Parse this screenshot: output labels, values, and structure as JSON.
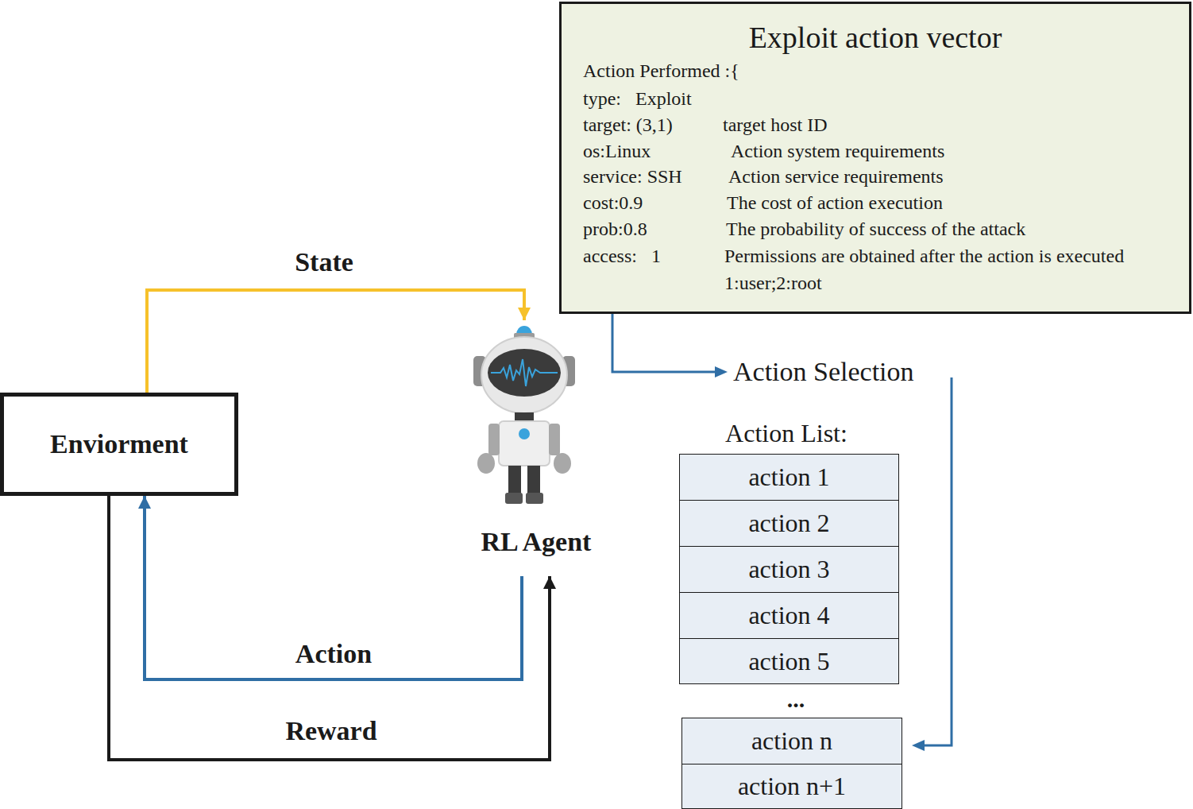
{
  "diagram": {
    "nodes": [
      {
        "text": [
          "Exploit action vector",
          "Action Performed :{",
          "type:   Exploit",
          "target: (3,1)",
          "target host ID",
          "os:Linux",
          "Action system requirements",
          "service: SSH",
          "Action service requirements",
          "cost:0.9",
          "The cost of action execution",
          "prob:0.8",
          "The probability of success of the attack",
          "access:   1",
          "Permissions are obtained after the action is executed 1:user;2:root"
        ]
      },
      {
        "text": [
          "Enviorment"
        ]
      },
      {
        "text": [
          "RL Agent"
        ]
      },
      {
        "text": [
          "action 1"
        ]
      },
      {
        "text": [
          "action 2"
        ]
      },
      {
        "text": [
          "action 3"
        ]
      },
      {
        "text": [
          "action 4"
        ]
      },
      {
        "text": [
          "action 5"
        ]
      },
      {
        "text": [
          "action n"
        ]
      },
      {
        "text": [
          "action n+1"
        ]
      }
    ],
    "edges": [
      {
        "from": 1,
        "to": 2,
        "label": "State",
        "arrow": "to"
      },
      {
        "from": 2,
        "to": 1,
        "label": "Action",
        "arrow": "to"
      },
      {
        "from": 1,
        "to": 2,
        "label": "Reward",
        "arrow": "to"
      }
    ],
    "labels": [
      "Action Selection",
      "Action List:",
      "..."
    ]
  }
}
